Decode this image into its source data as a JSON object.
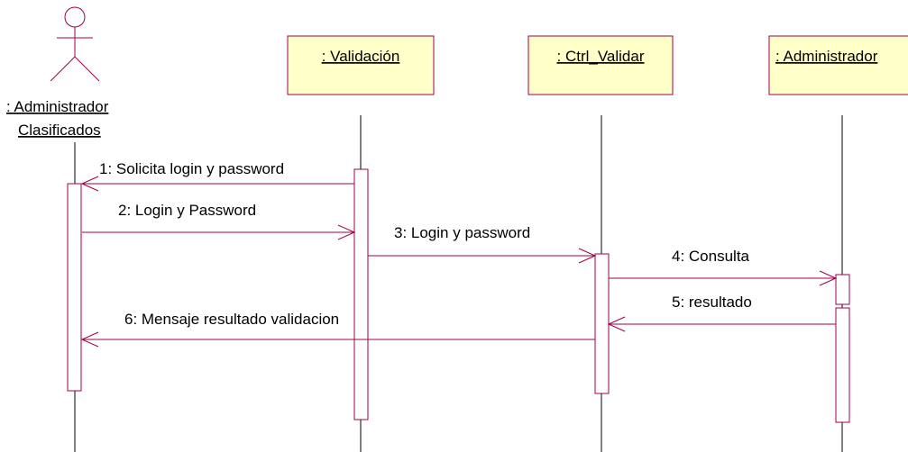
{
  "colors": {
    "line": "#a0004a",
    "object_fill": "#ffffc8",
    "object_border": "#a0004a",
    "lifeline": "#000000",
    "actor": "#a0004a",
    "text": "#000000"
  },
  "actor": {
    "name_line1": ": Administrador",
    "name_line2": "Clasificados"
  },
  "objects": [
    {
      "label": ": Validación"
    },
    {
      "label": ": Ctrl_Validar"
    },
    {
      "label": ": Administrador"
    }
  ],
  "messages": [
    {
      "label": "1: Solicita login y password"
    },
    {
      "label": "2: Login y Password"
    },
    {
      "label": "3: Login y password"
    },
    {
      "label": "4: Consulta"
    },
    {
      "label": "5: resultado"
    },
    {
      "label": "6: Mensaje resultado validacion"
    }
  ]
}
